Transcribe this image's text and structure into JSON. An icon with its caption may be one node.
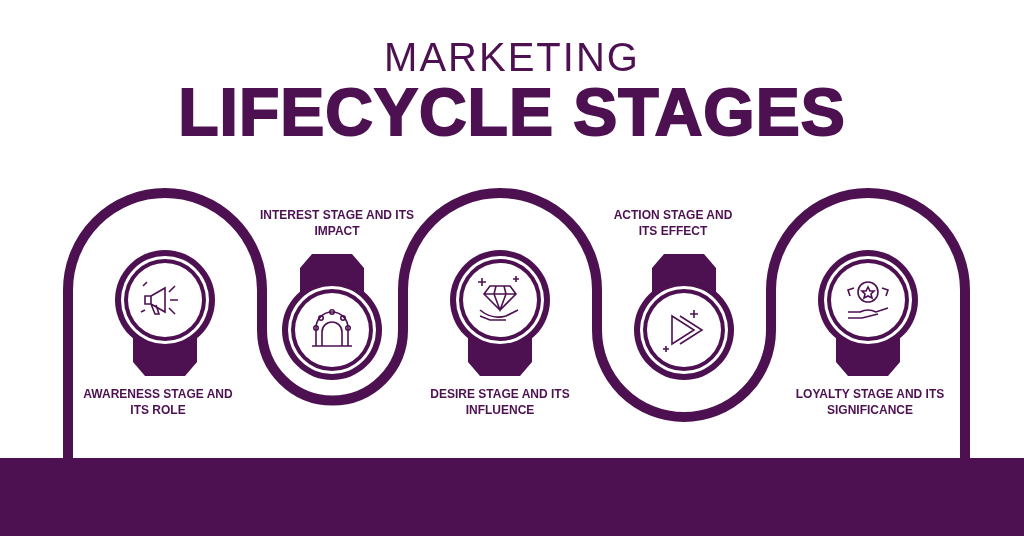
{
  "diagram": {
    "title": "MARKETING **LIFECYCLE STAGES**",
    "nodes": [
      {
        "text": [
          "AWARENESS STAGE AND ITS ROLE"
        ]
      },
      {
        "text": [
          "INTEREST STAGE AND ITS IMPACT"
        ]
      },
      {
        "text": [
          "DESIRE STAGE AND ITS INFLUENCE"
        ]
      },
      {
        "text": [
          "ACTION STAGE AND ITS EFFECT"
        ]
      },
      {
        "text": [
          "LOYALTY STAGE AND ITS SIGNIFICANCE"
        ]
      }
    ]
  }
}
